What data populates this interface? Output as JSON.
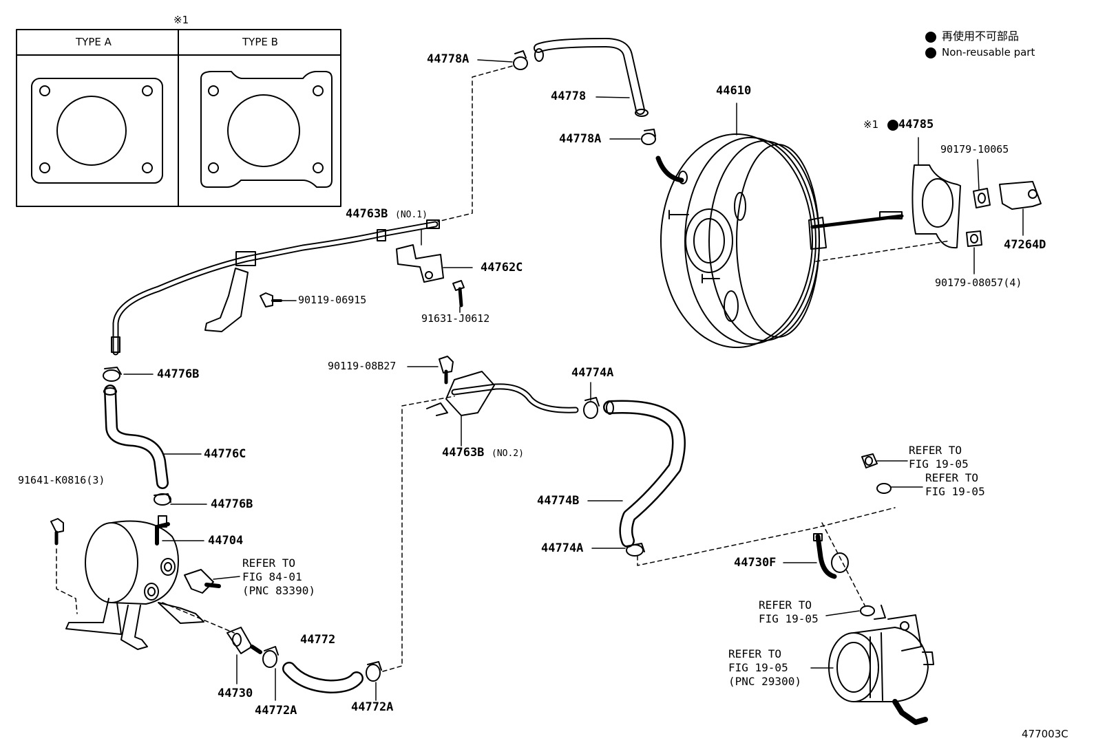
{
  "inset": {
    "note_mark": "※1",
    "type_a": "TYPE A",
    "type_b": "TYPE B"
  },
  "legend": {
    "jp_text": "再使用不可部品",
    "en_text": "Non-reusable part"
  },
  "parts": {
    "p44778A_top": "44778A",
    "p44778": "44778",
    "p44778A_mid": "44778A",
    "p44610": "44610",
    "p44785_mark": "※1",
    "p44785": "44785",
    "p90179_10065": "90179-10065",
    "p47264D": "47264D",
    "p90179_08057": "90179-08057(4)",
    "p44763B_no1": "44763B",
    "p44763B_no1_sfx": "(NO.1)",
    "p44762C": "44762C",
    "p90119_06915": "90119-06915",
    "p91631_J0612": "91631-J0612",
    "p44776B_top": "44776B",
    "p90119_08B27": "90119-08B27",
    "p44774A_top": "44774A",
    "p44763B_no2": "44763B",
    "p44763B_no2_sfx": "(NO.2)",
    "p44776C": "44776C",
    "p91641_K0816": "91641-K0816(3)",
    "p44776B_bot": "44776B",
    "p44704": "44704",
    "p44774B": "44774B",
    "p44774A_bot": "44774A",
    "p44730F": "44730F",
    "p44772": "44772",
    "p44730": "44730",
    "p44772A_left": "44772A",
    "p44772A_right": "44772A"
  },
  "refs": {
    "fig84": "REFER TO\nFIG 84-01\n(PNC 83390)",
    "fig19_nut": "REFER TO\nFIG 19-05",
    "fig19_ring": "REFER TO\nFIG 19-05",
    "fig19_oring": "REFER TO\nFIG 19-05",
    "fig19_pump": "REFER TO\nFIG 19-05\n(PNC 29300)"
  },
  "diagram_id": "477003C",
  "colors": {
    "ink": "#000000",
    "paper": "#ffffff"
  }
}
